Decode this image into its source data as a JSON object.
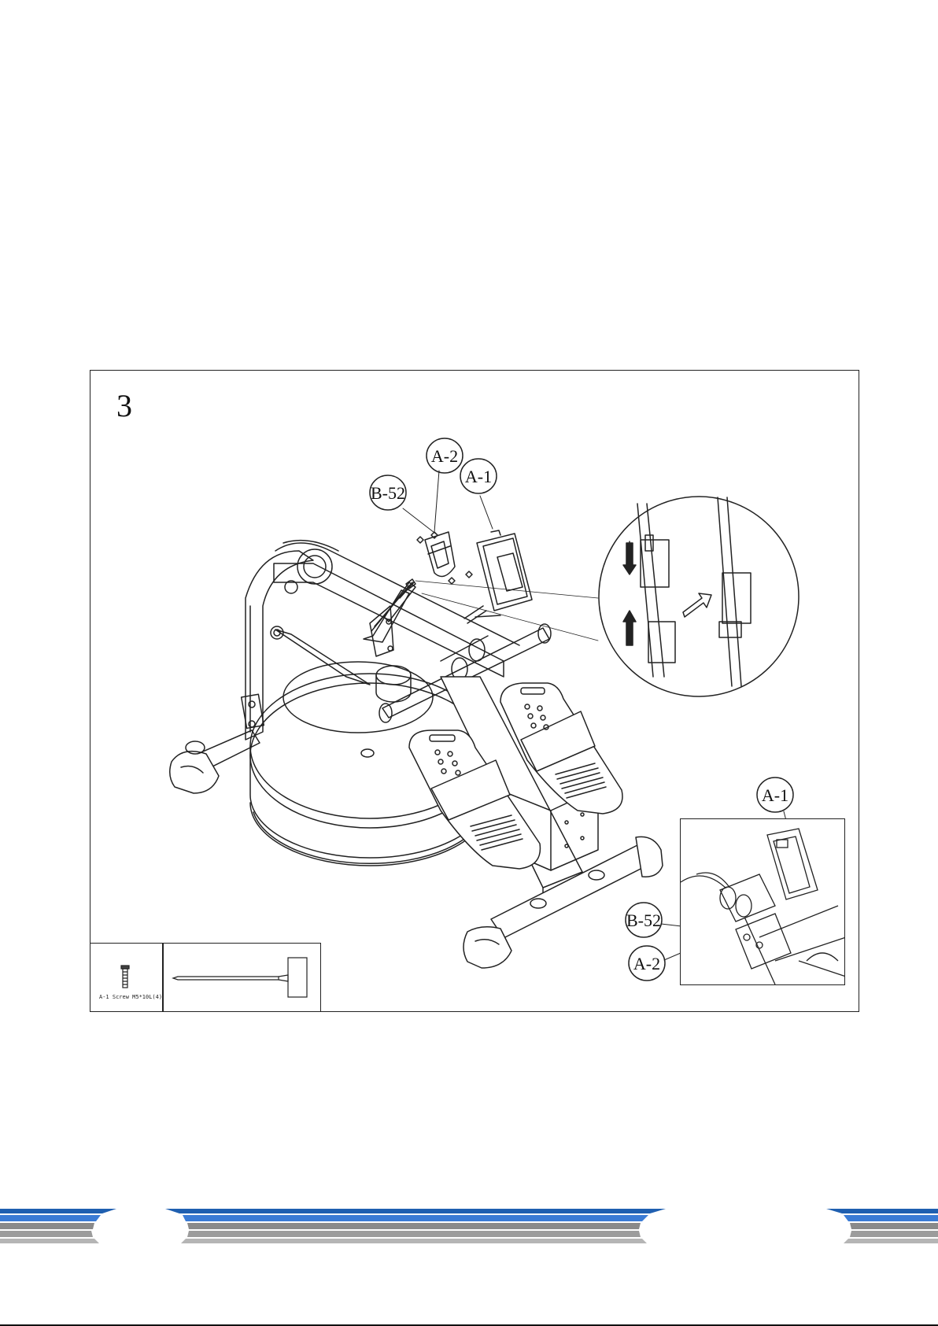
{
  "page": {
    "step_number": "3"
  },
  "callouts": {
    "main_a2": "A-2",
    "main_a1": "A-1",
    "main_b52": "B-52",
    "inset_a1": "A-1",
    "inset_b52": "B-52",
    "inset_a2": "A-2"
  },
  "parts_legend": {
    "part_caption": "A-1 Screw M5*10L(4)",
    "screw_icon": "screw-icon",
    "tool_icon": "screwdriver-icon"
  },
  "footer": {
    "stripe_colors": [
      "#1f5fb0",
      "#3a7bd5",
      "#8a8a8a",
      "#b5b5b5"
    ]
  }
}
